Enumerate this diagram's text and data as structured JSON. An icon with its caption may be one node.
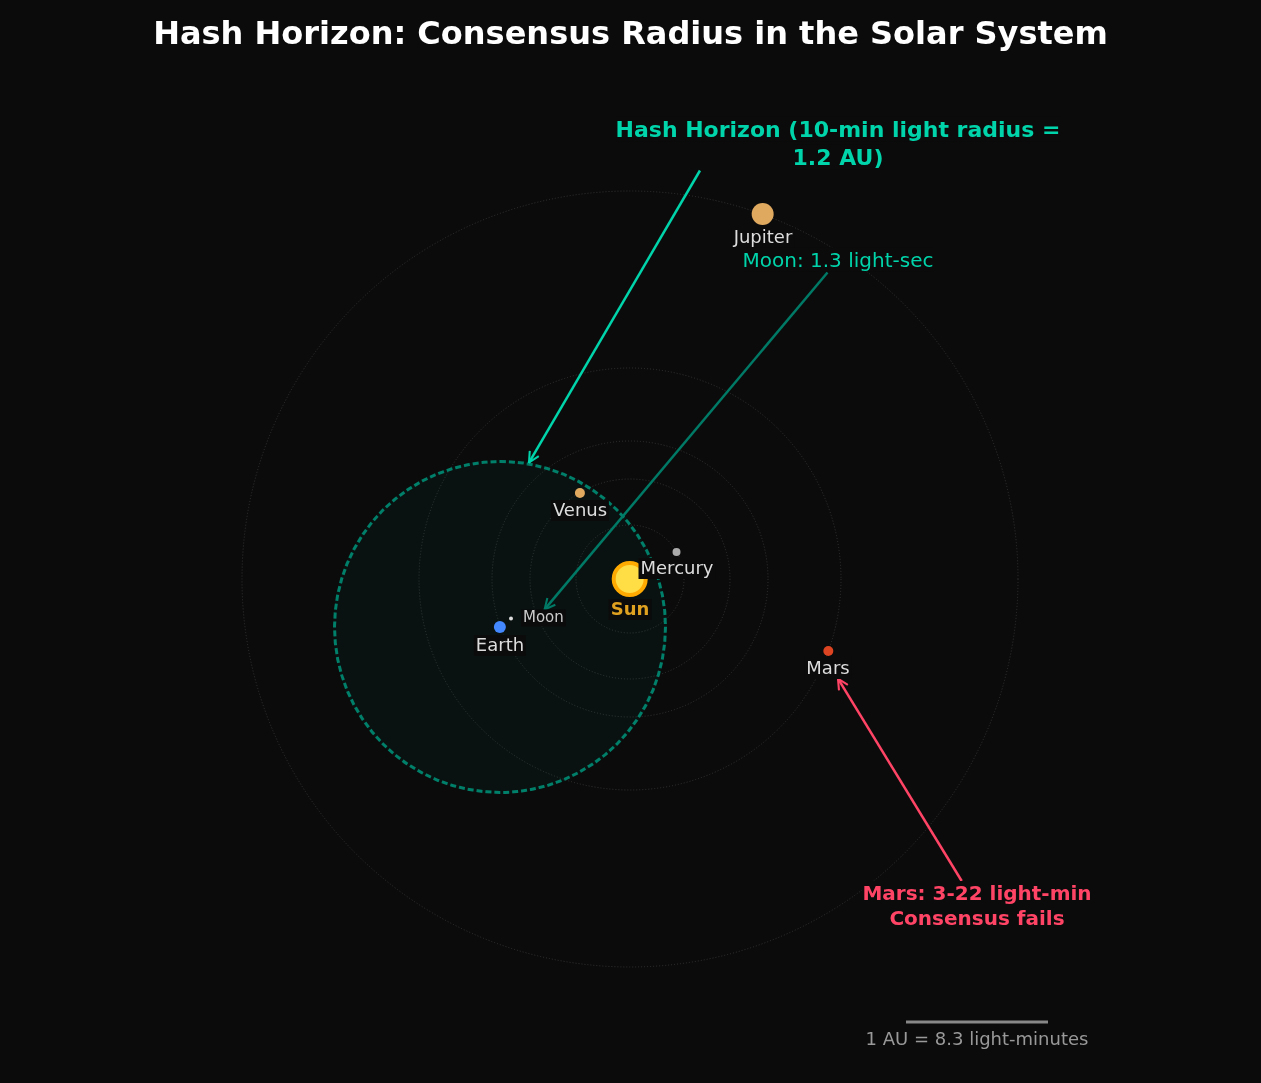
{
  "diagram": {
    "title": "Hash Horizon: Consensus Radius in the Solar System",
    "nodes": [
      {
        "text": [
          "Hash Horizon (10-min light radius = 1.2 AU)"
        ]
      },
      {
        "text": [
          "Jupiter"
        ]
      },
      {
        "text": [
          "Moon: 1.3 light-sec"
        ]
      },
      {
        "text": [],
        "shape": "circle"
      },
      {
        "text": [
          "Venus"
        ],
        "in": 3
      },
      {
        "text": [
          "Mercury"
        ]
      },
      {
        "text": [
          "Sun"
        ],
        "in": 3
      },
      {
        "text": [
          "Moon"
        ],
        "in": 3
      },
      {
        "text": [
          "Earth"
        ],
        "in": 3
      },
      {
        "text": [
          "Mars"
        ]
      },
      {
        "text": [
          "Mars: 3-22 light-min Consensus fails"
        ]
      }
    ],
    "edges": [
      {
        "from": 0,
        "to": 3,
        "arrow": "to",
        "color": "#00d4aa"
      },
      {
        "from": 2,
        "to": 7,
        "arrow": "to",
        "color": "#007a66"
      },
      {
        "from": 10,
        "to": 9,
        "arrow": "to",
        "color": "#ff4466"
      }
    ],
    "labels": [
      "1 AU = 8.3 light-minutes"
    ]
  }
}
